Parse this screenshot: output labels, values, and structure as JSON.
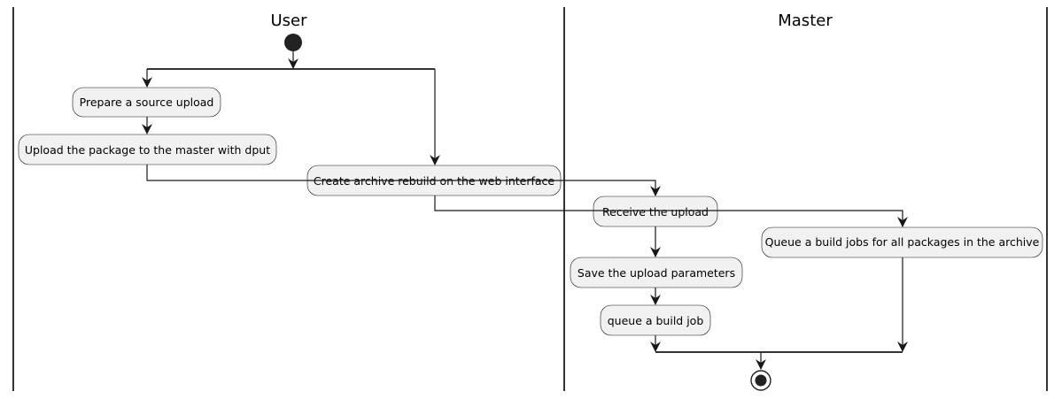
{
  "diagram": {
    "lanes": {
      "user": "User",
      "master": "Master"
    },
    "nodes": {
      "prepare": "Prepare a source upload",
      "upload": "Upload the package to the master with dput",
      "create": "Create archive rebuild on the web interface",
      "receive": "Receive the upload",
      "queue_all": "Queue a build jobs for all packages in the archive",
      "save": "Save the upload parameters",
      "queue_one": "queue a build job"
    },
    "colors": {
      "node_fill": "#f1f1f1",
      "stroke": "#181818",
      "start_stop": "#222222"
    }
  }
}
